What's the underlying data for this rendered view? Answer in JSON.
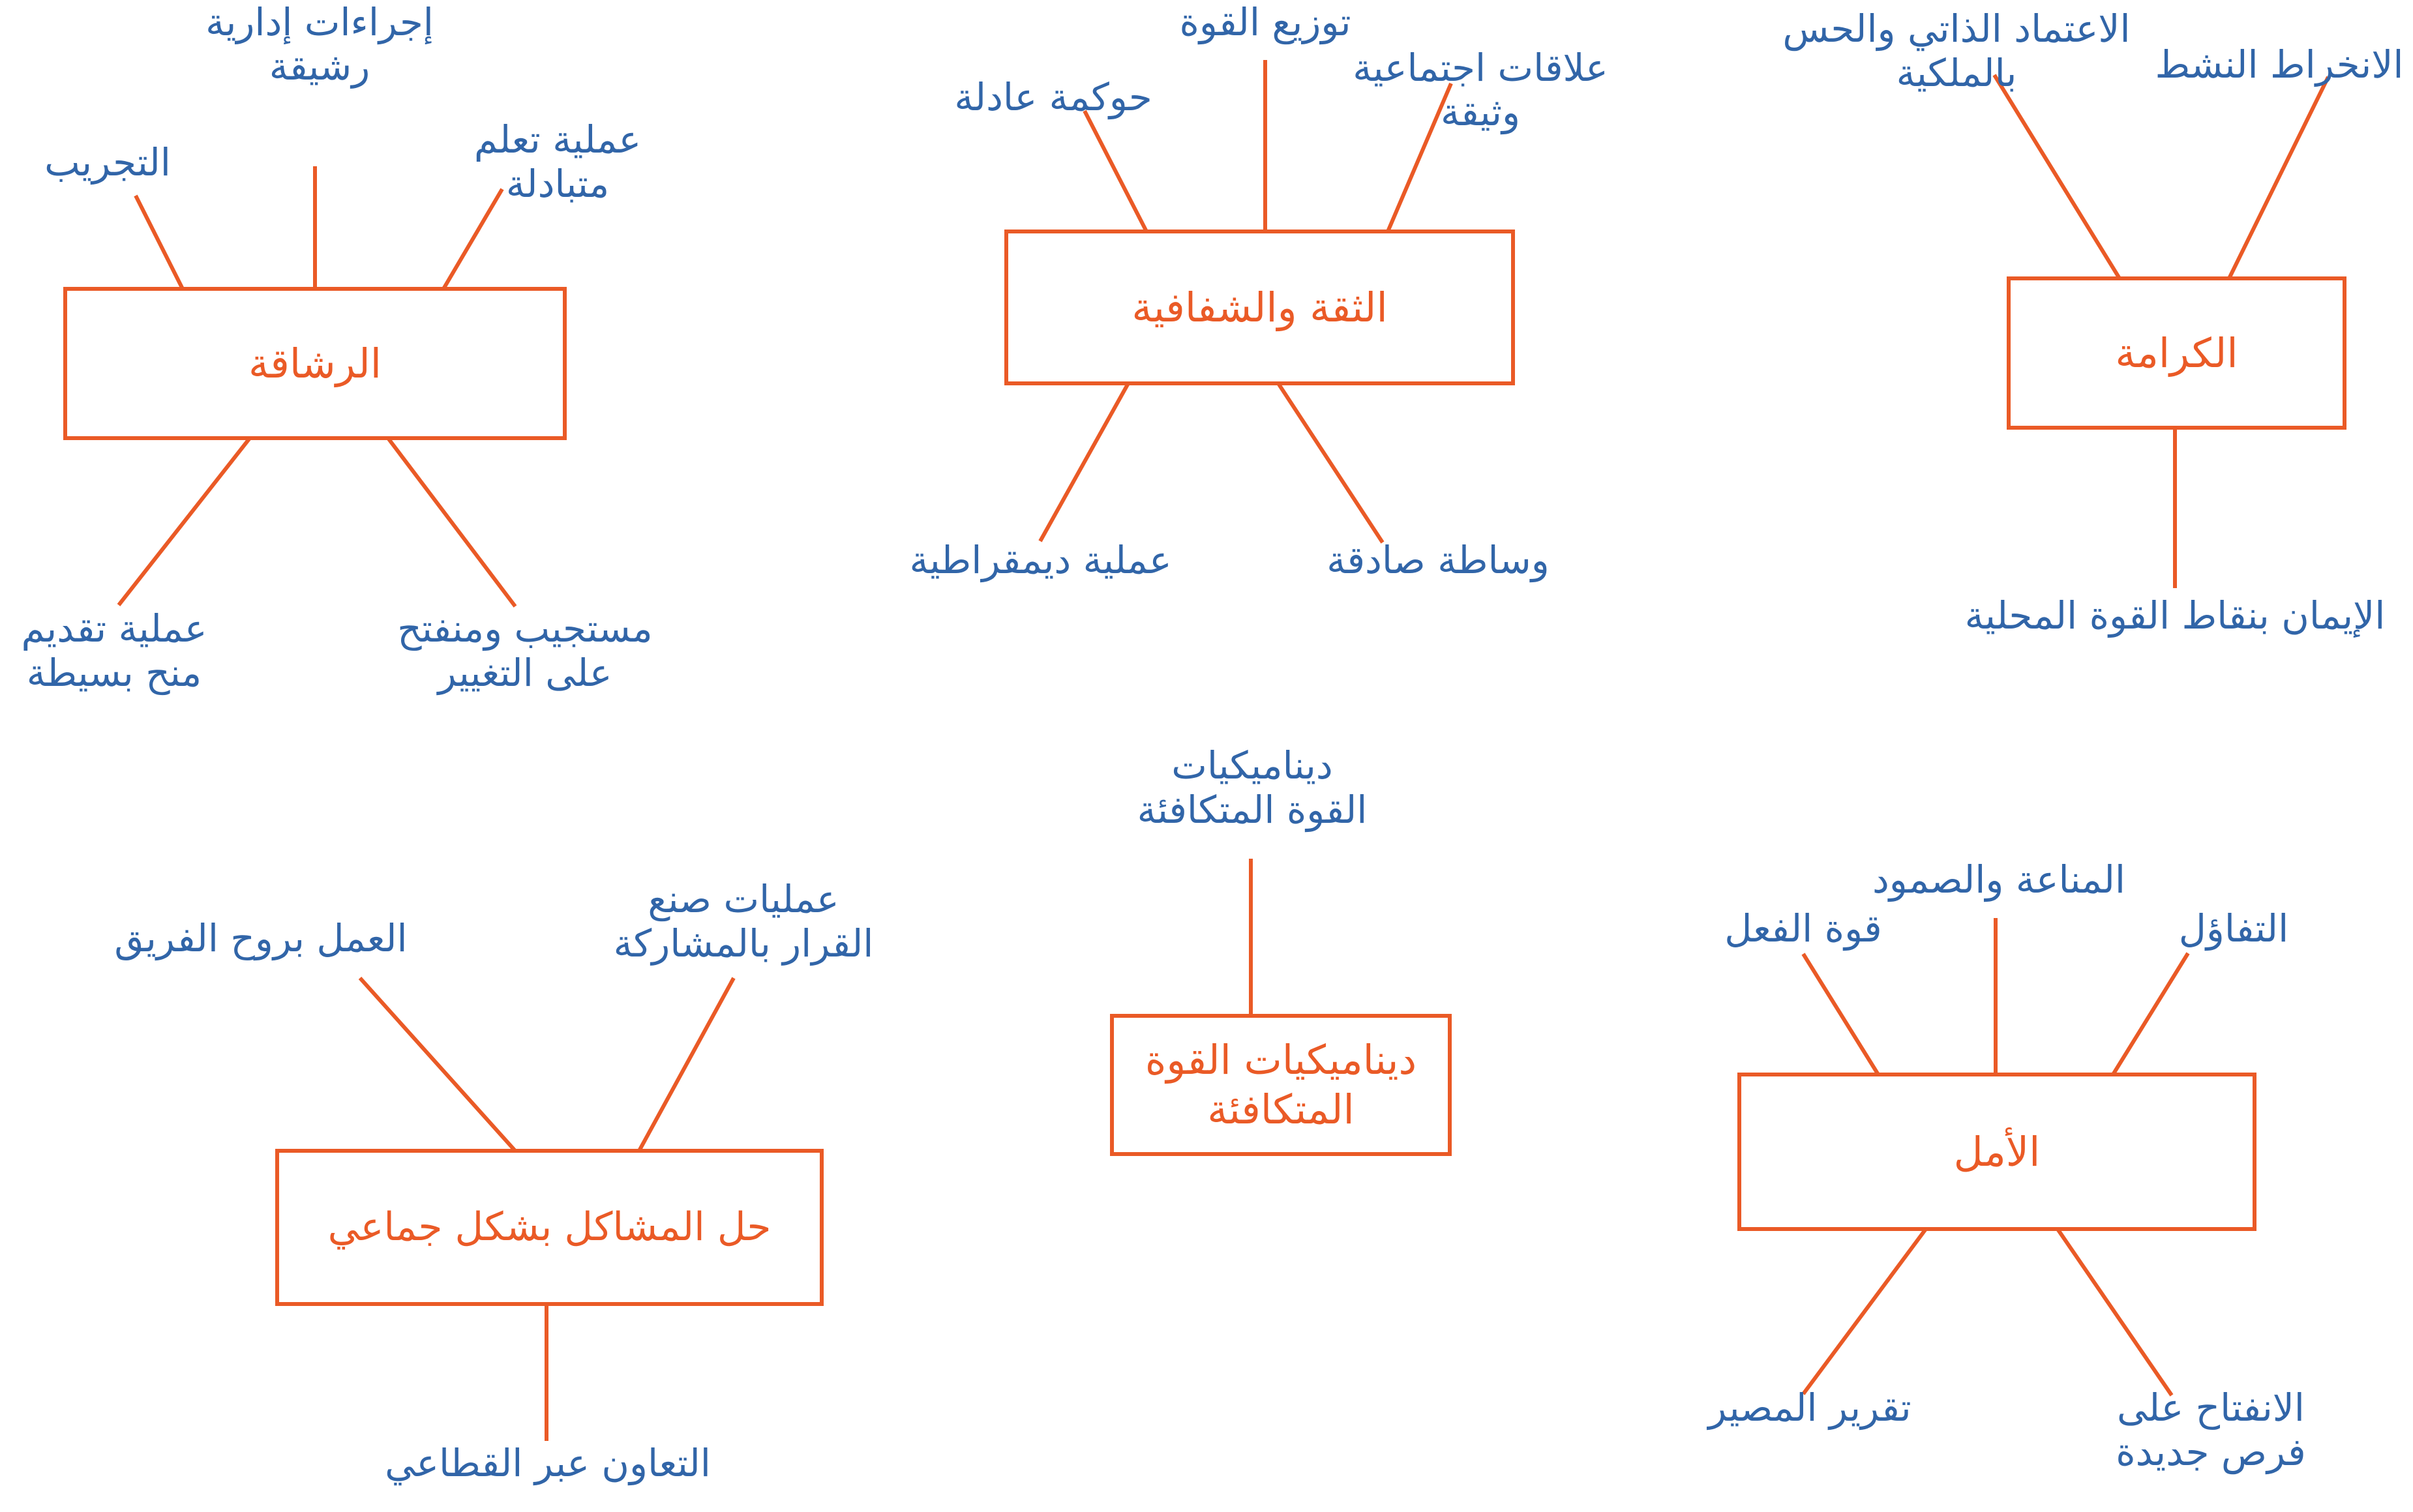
{
  "meta": {
    "title": "خريطة ذهنية للقيم والمبادئ",
    "colors": {
      "line": "#EA5A26",
      "node_text": "#EA5A26",
      "leaf_text": "#3165A8",
      "background": "#FFFFFF"
    }
  },
  "clusters": [
    {
      "id": "agility",
      "center": {
        "label": "الرشاقة"
      },
      "leaves": [
        {
          "id": "agility-experimentation",
          "label": "التجريب"
        },
        {
          "id": "agility-admin-procedures",
          "label": "إجراءات إدارية\nرشيقة"
        },
        {
          "id": "agility-mutual-learning",
          "label": "عملية تعلم\nمتبادلة"
        },
        {
          "id": "agility-simple-grants",
          "label": "عملية تقديم\nمنح بسيطة"
        },
        {
          "id": "agility-responsive-open",
          "label": "مستجيب ومنفتح\nعلى التغيير"
        }
      ]
    },
    {
      "id": "trust-transparency",
      "center": {
        "label": "الثقة والشفافية"
      },
      "leaves": [
        {
          "id": "trust-fair-governance",
          "label": "حوكمة عادلة"
        },
        {
          "id": "trust-power-distribution",
          "label": "توزيع القوة"
        },
        {
          "id": "trust-close-social-relations",
          "label": "علاقات اجتماعية\nوثيقة"
        },
        {
          "id": "trust-democratic-process",
          "label": "عملية ديمقراطية"
        },
        {
          "id": "trust-honest-mediation",
          "label": "وساطة صادقة"
        }
      ]
    },
    {
      "id": "dignity",
      "center": {
        "label": "الكرامة"
      },
      "leaves": [
        {
          "id": "dignity-self-reliance-ownership",
          "label": "الاعتماد الذاتي والحس\nبالملكية"
        },
        {
          "id": "dignity-active-engagement",
          "label": "الانخراط النشط"
        },
        {
          "id": "dignity-belief-local-strengths",
          "label": "الإيمان بنقاط القوة المحلية"
        }
      ]
    },
    {
      "id": "collective-problem-solving",
      "center": {
        "label": "حل المشاكل بشكل جماعي"
      },
      "leaves": [
        {
          "id": "cps-teamwork",
          "label": "العمل بروح الفريق"
        },
        {
          "id": "cps-participatory-decision",
          "label": "عمليات صنع\nالقرار بالمشاركة"
        },
        {
          "id": "cps-cross-sector-collaboration",
          "label": "التعاون عبر القطاعي"
        }
      ]
    },
    {
      "id": "equitable-power-dynamics",
      "center": {
        "label": "ديناميكيات القوة\nالمتكافئة"
      },
      "leaves": [
        {
          "id": "epd-equitable-power-dynamics",
          "label": "ديناميكيات\nالقوة المتكافئة"
        }
      ]
    },
    {
      "id": "hope",
      "center": {
        "label": "الأمل"
      },
      "leaves": [
        {
          "id": "hope-resilience",
          "label": "المناعة والصمود"
        },
        {
          "id": "hope-agency",
          "label": "قوة الفعل"
        },
        {
          "id": "hope-optimism",
          "label": "التفاؤل"
        },
        {
          "id": "hope-self-determination",
          "label": "تقرير المصير"
        },
        {
          "id": "hope-openness-new-opportunities",
          "label": "الانفتاح على\nفرص جديدة"
        }
      ]
    }
  ]
}
